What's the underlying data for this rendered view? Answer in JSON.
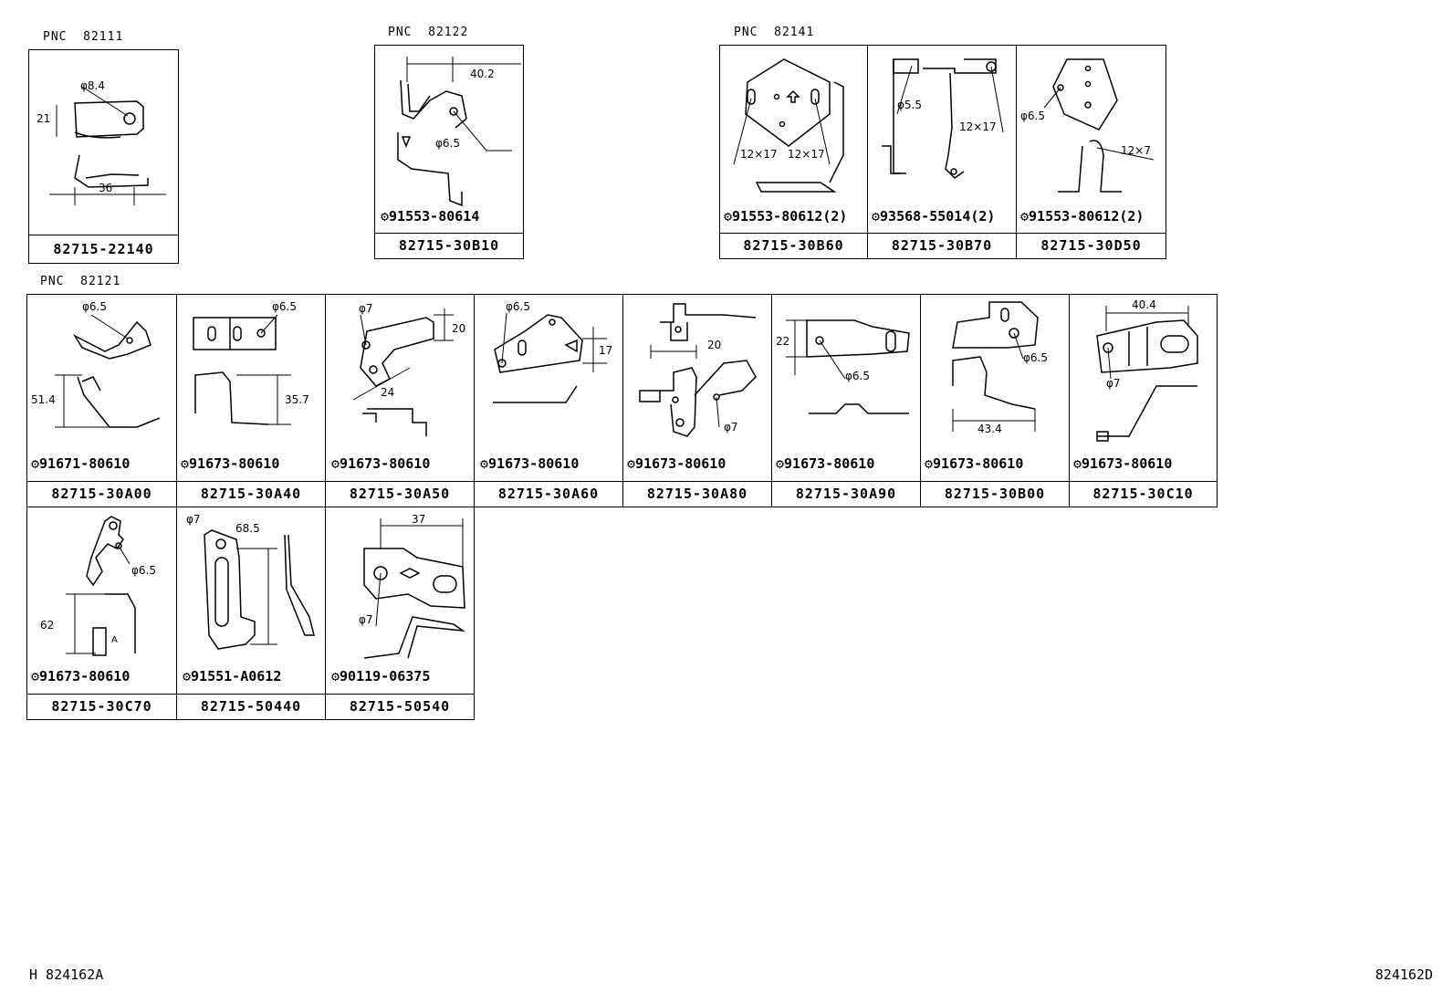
{
  "groups": {
    "g82111": {
      "pnc": "PNC  82111",
      "cells": [
        {
          "part": "82715-22140",
          "dims": [
            "φ8.4",
            "21",
            "36"
          ]
        }
      ]
    },
    "g82122": {
      "pnc": "PNC  82122",
      "cells": [
        {
          "part": "82715-30B10",
          "bolt": "91553-80614",
          "dims": [
            "40.2",
            "φ6.5"
          ]
        }
      ]
    },
    "g82141": {
      "pnc": "PNC  82141",
      "cells": [
        {
          "part": "82715-30B60",
          "bolt": "91553-80612(2)",
          "dims": [
            "12×17",
            "12×17"
          ]
        },
        {
          "part": "82715-30B70",
          "bolt": "93568-55014(2)",
          "dims": [
            "φ5.5",
            "12×17"
          ]
        },
        {
          "part": "82715-30D50",
          "bolt": "91553-80612(2)",
          "dims": [
            "φ6.5",
            "12×7"
          ]
        }
      ]
    },
    "g82121": {
      "pnc": "PNC  82121",
      "row1": [
        {
          "part": "82715-30A00",
          "bolt": "91671-80610",
          "dims": [
            "φ6.5",
            "51.4"
          ]
        },
        {
          "part": "82715-30A40",
          "bolt": "91673-80610",
          "dims": [
            "φ6.5",
            "35.7"
          ]
        },
        {
          "part": "82715-30A50",
          "bolt": "91673-80610",
          "dims": [
            "φ7",
            "20",
            "24"
          ]
        },
        {
          "part": "82715-30A60",
          "bolt": "91673-80610",
          "dims": [
            "φ6.5",
            "17"
          ]
        },
        {
          "part": "82715-30A80",
          "bolt": "91673-80610",
          "dims": [
            "20",
            "φ7"
          ]
        },
        {
          "part": "82715-30A90",
          "bolt": "91673-80610",
          "dims": [
            "22",
            "φ6.5"
          ]
        },
        {
          "part": "82715-30B00",
          "bolt": "91673-80610",
          "dims": [
            "φ6.5",
            "43.4"
          ]
        },
        {
          "part": "82715-30C10",
          "bolt": "91673-80610",
          "dims": [
            "40.4",
            "φ7"
          ]
        }
      ],
      "row2": [
        {
          "part": "82715-30C70",
          "bolt": "91673-80610",
          "dims": [
            "φ6.5",
            "62",
            "A"
          ]
        },
        {
          "part": "82715-50440",
          "bolt": "91551-A0612",
          "dims": [
            "φ7",
            "68.5"
          ]
        },
        {
          "part": "82715-50540",
          "bolt": "90119-06375",
          "dims": [
            "37",
            "φ7"
          ]
        }
      ]
    }
  },
  "footer": {
    "left_code": "H 824162A",
    "right_code": "824162D"
  }
}
